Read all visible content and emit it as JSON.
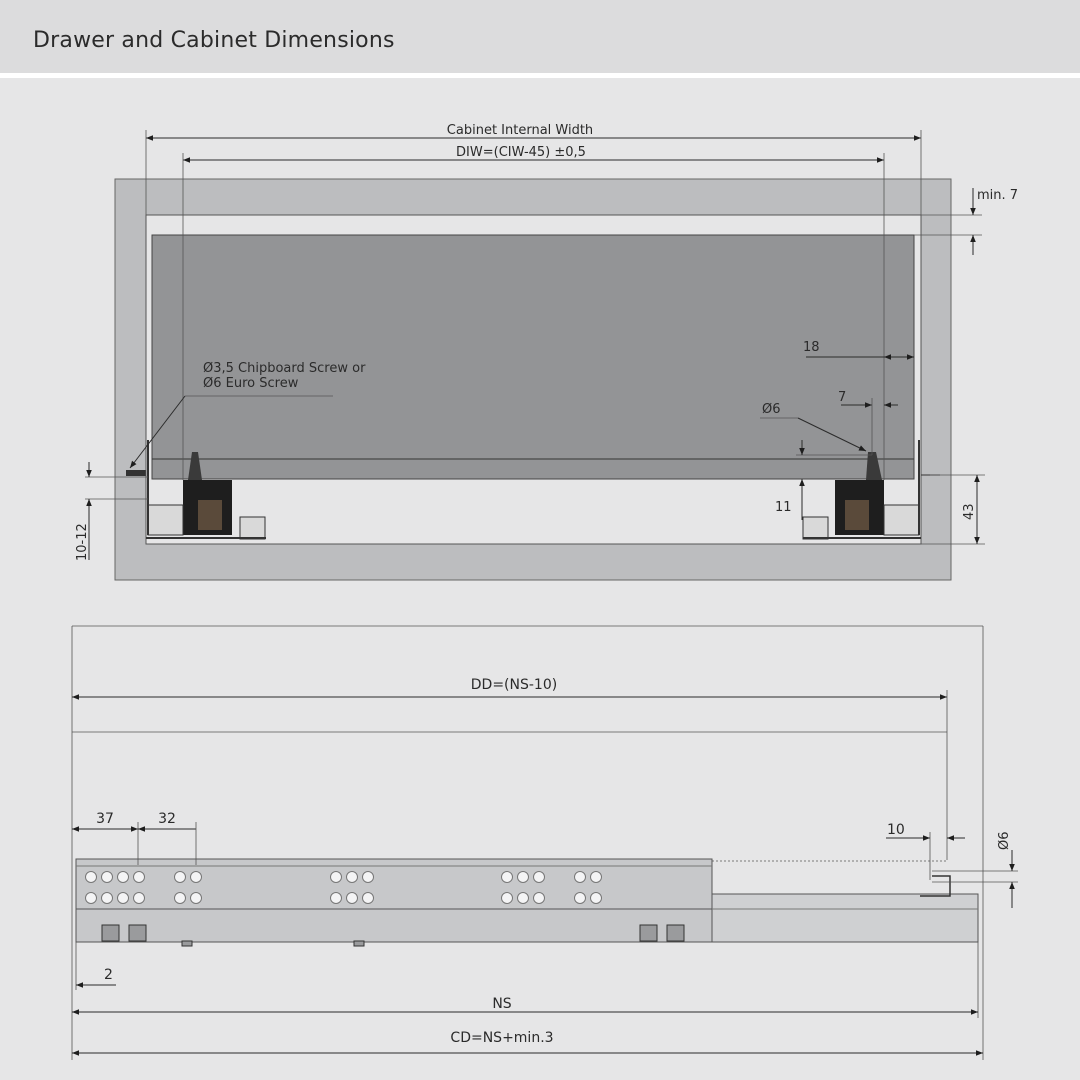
{
  "page_title": "Drawer and Cabinet Dimensions",
  "front_view": {
    "cabinet_internal_width_label": "Cabinet Internal Width",
    "diw_label": "DIW=(CIW-45) ±0,5",
    "min7_label": "min. 7",
    "screw_label_line1": "Ø3,5 Chipboard Screw or",
    "screw_label_line2": "Ø6 Euro Screw",
    "dim_18": "18",
    "dim_7": "7",
    "dim_dia6": "Ø6",
    "dim_11": "11",
    "dim_43": "43",
    "dim_10_12": "10-12"
  },
  "side_view": {
    "dd_label": "DD=(NS-10)",
    "dim_37": "37",
    "dim_32": "32",
    "dim_10": "10",
    "dim_dia6": "Ø6",
    "dim_2": "2",
    "ns_label": "NS",
    "cd_label": "CD=NS+min.3"
  },
  "colors": {
    "background": "#e6e6e7",
    "header_bg": "#dcdcdd",
    "cabinet_panel": "#bcbdbf",
    "drawer_panel": "#939496",
    "runner_black": "#1e1e1e",
    "rail": "#cfcfd1"
  }
}
